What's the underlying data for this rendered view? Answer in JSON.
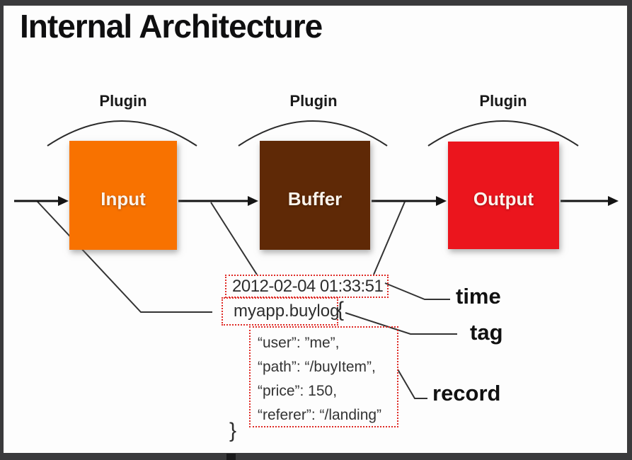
{
  "slide": {
    "title": "Internal Architecture"
  },
  "pipeline": {
    "plugin_labels": [
      "Plugin",
      "Plugin",
      "Plugin"
    ],
    "nodes": [
      {
        "id": "input",
        "label": "Input",
        "color": "#f87200"
      },
      {
        "id": "buffer",
        "label": "Buffer",
        "color": "#5f2906"
      },
      {
        "id": "output",
        "label": "Output",
        "color": "#eb151d"
      }
    ]
  },
  "event": {
    "time": {
      "value": "2012-02-04 01:33:51",
      "label": "time"
    },
    "tag": {
      "value": "myapp.buylog",
      "open_brace": "{",
      "label": "tag"
    },
    "record": {
      "label": "record",
      "lines": [
        "“user”: ”me”,",
        "“path”: “/buyItem”,",
        "“price”: 150,",
        "“referer”: “/landing”"
      ],
      "close_brace": "}"
    }
  },
  "colors": {
    "frame_border": "#3a3a3c",
    "slide_background": "#fdfdfd",
    "dotted_border": "#df2b26",
    "line": "#2b2b2b",
    "arrow": "#141414"
  }
}
